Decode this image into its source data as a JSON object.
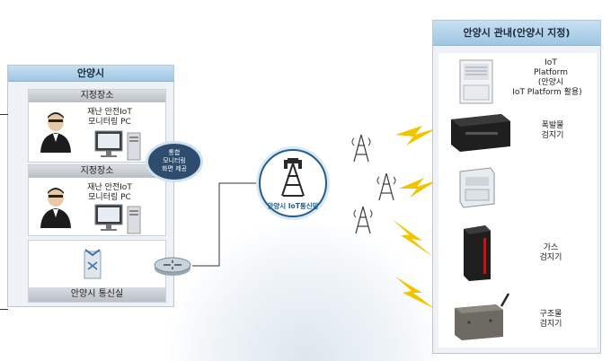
{
  "left_panel": {
    "title": "안양시",
    "sites": [
      {
        "header": "지정장소",
        "pc_line1": "재난 안전IoT",
        "pc_line2": "모니터링 PC"
      },
      {
        "header": "지정장소",
        "pc_line1": "재난 안전IoT",
        "pc_line2": "모니터링 PC"
      }
    ],
    "comm_room": "안양시 통신실"
  },
  "oval": {
    "line1": "통합",
    "line2": "모니터링",
    "line3": "화면 제공"
  },
  "center": {
    "label": "안양시 IoT통신망"
  },
  "right_panel": {
    "title": "안양시 관내(안양시 지정)",
    "devices": [
      {
        "name": "platform",
        "lines": [
          "IoT",
          "Platform",
          "(안양시",
          "IoT Platform 활용)"
        ]
      },
      {
        "name": "explosive",
        "lines": [
          "폭발물",
          "검지기"
        ]
      },
      {
        "name": "unit",
        "lines": []
      },
      {
        "name": "gas",
        "lines": [
          "가스",
          "검지기"
        ]
      },
      {
        "name": "structure",
        "lines": [
          "구조물",
          "검지기"
        ]
      }
    ]
  },
  "colors": {
    "header_blue": "#9fc6e2",
    "network_blue": "#1f5d8c",
    "lightning": "#f2c400"
  }
}
